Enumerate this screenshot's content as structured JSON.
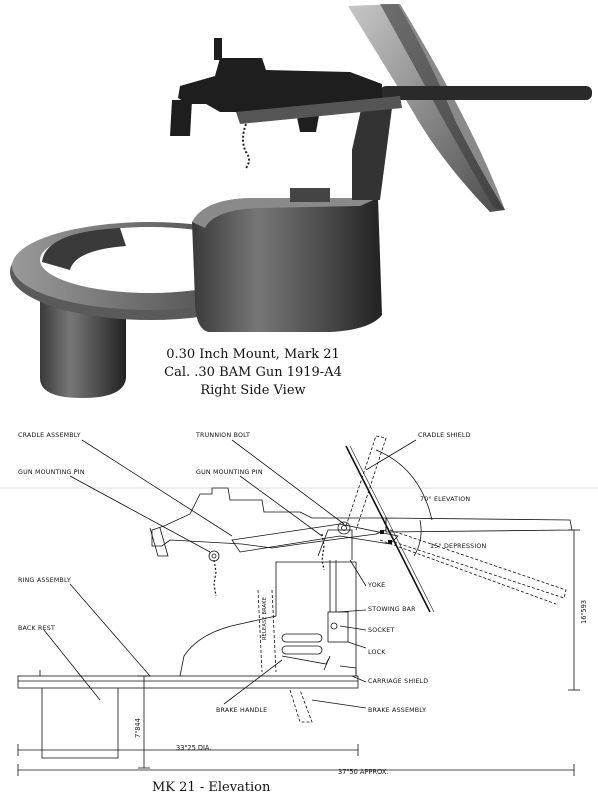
{
  "photo": {
    "caption_line1": "0.30 Inch Mount,   Mark 21",
    "caption_line2": "Cal. .30 BAM Gun 1919-A4",
    "caption_line3": "Right Side View"
  },
  "drawing": {
    "labels": {
      "cradle_assembly": "CRADLE ASSEMBLY",
      "trunnion_bolt": "TRUNNION BOLT",
      "cradle_shield": "CRADLE SHIELD",
      "gun_mounting_pin_left": "GUN MOUNTING PIN",
      "gun_mounting_pin_right": "GUN MOUNTING PIN",
      "elevation": "70° ELEVATION",
      "depression": "15° DEPRESSION",
      "ring_assembly": "RING ASSEMBLY",
      "back_rest": "BACK REST",
      "yoke": "YOKE",
      "stowing_bar": "STOWING BAR",
      "socket": "SOCKET",
      "lock": "LOCK",
      "carriage_shield": "CARRIAGE SHIELD",
      "brake_handle": "BRAKE HANDLE",
      "brake_assembly": "BRAKE ASSEMBLY",
      "release_brake": "RELEASE BRAKE"
    },
    "dimensions": {
      "height_right": "16\"593",
      "height_left": "7\"844",
      "diameter": "33\"25 DIA.",
      "overall": "37\"50 APPROX."
    },
    "title": "MK 21  -  Elevation"
  }
}
